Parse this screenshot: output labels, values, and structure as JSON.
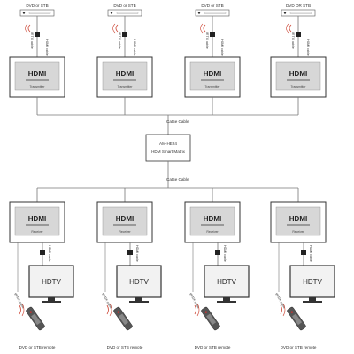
{
  "sources": [
    {
      "label": "DVD or STB",
      "cable": "HDMI cable",
      "ir": "IR TX cable",
      "box_brand": "HDMI",
      "box_type": "Transmitter"
    },
    {
      "label": "DVD or STB",
      "cable": "HDMI cable",
      "ir": "IR TX cable",
      "box_brand": "HDMI",
      "box_type": "Transmitter"
    },
    {
      "label": "DVD or STB",
      "cable": "HDMI cable",
      "ir": "IR TX cable",
      "box_brand": "HDMI",
      "box_type": "Transmitter"
    },
    {
      "label": "DVD OR STB",
      "cable": "HDMI cable",
      "ir": "IR TX cable",
      "box_brand": "HDMI",
      "box_type": "Transmitter"
    }
  ],
  "top_link_label": "Cat5e Cable",
  "matrix": {
    "model": "AM-HE24",
    "name": "HDM Smart Matrix"
  },
  "bottom_link_label": "Cat5e Cable",
  "sinks": [
    {
      "box_brand": "HDMI",
      "box_type": "Receiver",
      "cable": "HDMI cable",
      "tv": "HDTV",
      "ir": "IR-RX cable",
      "remote": "DVD or STB remote"
    },
    {
      "box_brand": "HDMI",
      "box_type": "Receiver",
      "cable": "HDMI cable",
      "tv": "HDTV",
      "ir": "IR-RX cable",
      "remote": "DVD or STB remote"
    },
    {
      "box_brand": "HDMI",
      "box_type": "Receiver",
      "cable": "HDMI cable",
      "tv": "HDTV",
      "ir": "IR-RX cable",
      "remote": "DVD or STB remote"
    },
    {
      "box_brand": "HDMI",
      "box_type": "Receiver",
      "cable": "HDMI cable",
      "tv": "HDTV",
      "ir": "IR-RX cable",
      "remote": "DVD or STB remote"
    }
  ]
}
